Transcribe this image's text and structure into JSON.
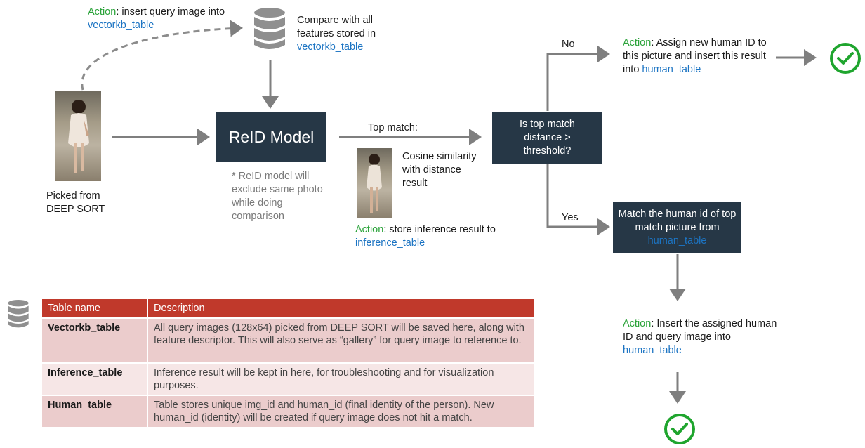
{
  "action_word": "Action",
  "insert_query": {
    "text": ": insert query image into ",
    "table": "vectorkb_table"
  },
  "compare": {
    "text": "Compare with all features stored in ",
    "table": "vectorkb_table"
  },
  "picked_from": "Picked from DEEP SORT",
  "reid_model": "ReID Model",
  "reid_note": "* ReID model will exclude same photo while doing comparison",
  "top_match": "Top match:",
  "cosine": "Cosine similarity with distance result",
  "store_inference": {
    "text": ": store inference result to ",
    "table": "inference_table"
  },
  "decision": "Is top match distance > threshold?",
  "no_label": "No",
  "yes_label": "Yes",
  "assign_new": {
    "text": ": Assign new human ID to this picture and insert this result into ",
    "table": "human_table"
  },
  "match_box": {
    "text": "Match the human id of top match picture from ",
    "table": "human_table"
  },
  "insert_assigned": {
    "text": ": Insert the assigned human ID and query image into ",
    "table": "human_table"
  },
  "colors": {
    "dark_box": "#263746",
    "action_green": "#2ba33a",
    "table_blue": "#1c74c3",
    "check_green": "#1fa52e",
    "table_header": "#c0392b",
    "arrow": "#7f7f7f"
  },
  "icons": [
    "database-icon",
    "check-circle-icon"
  ],
  "legend_table": {
    "headers": [
      "Table name",
      "Description"
    ],
    "rows": [
      {
        "name": "Vectorkb_table",
        "desc": "All query images (128x64) picked from DEEP SORT will be saved here, along with feature descriptor. This will also serve as “gallery” for query image to reference to."
      },
      {
        "name": "Inference_table",
        "desc": "Inference result will be kept in here, for troubleshooting and for visualization purposes."
      },
      {
        "name": "Human_table",
        "desc": "Table stores unique img_id and human_id (final identity of the person). New human_id (identity) will be created if query image does not hit a match."
      }
    ]
  }
}
